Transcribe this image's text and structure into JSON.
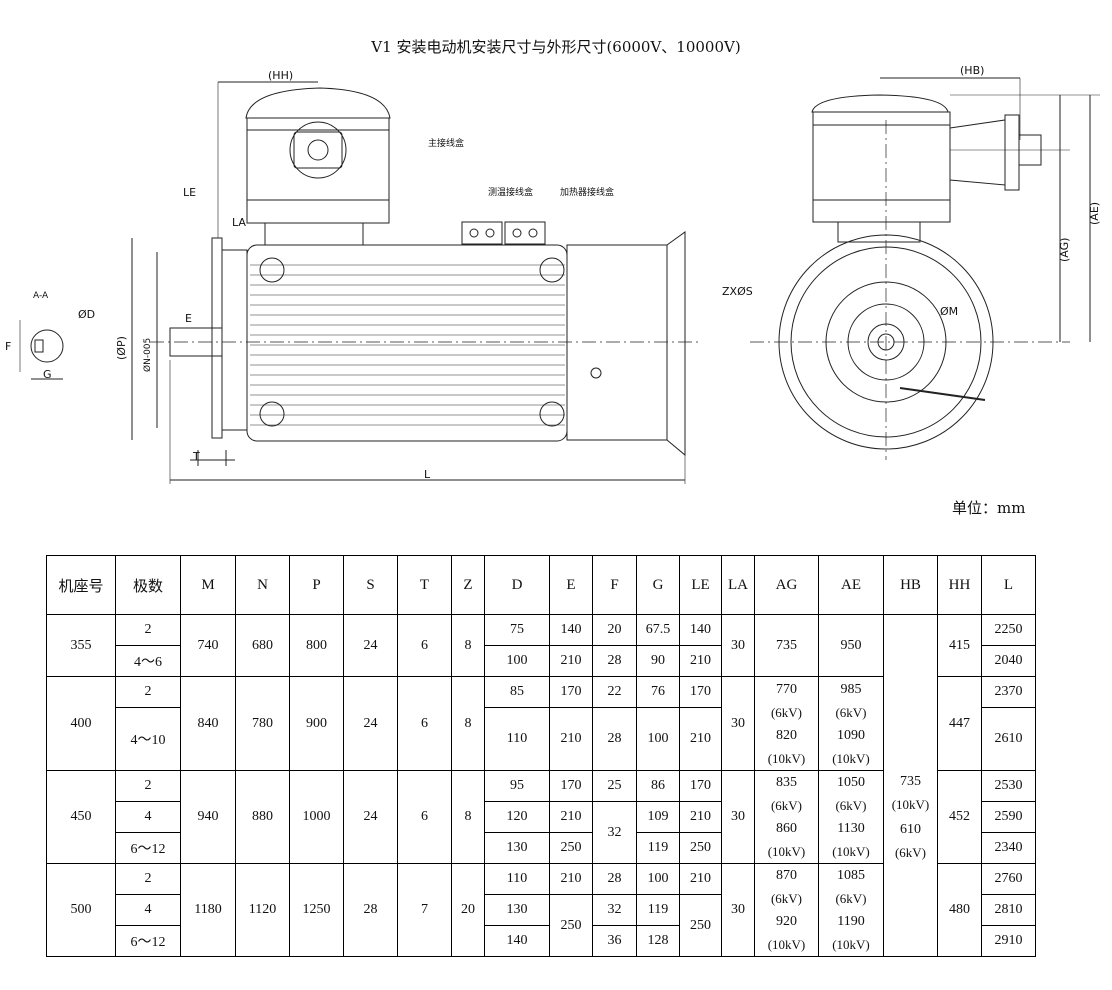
{
  "title": "V1 安装电动机安装尺寸与外形尺寸(6000V、10000V)",
  "unit": "单位：mm",
  "drawing_labels": {
    "hh": "(HH)",
    "hb": "(HB)",
    "le": "LE",
    "la": "LA",
    "aa": "A-A",
    "phi_d": "ØD",
    "f": "F",
    "g": "G",
    "e": "E",
    "t": "T",
    "l": "L",
    "phi_p": "(ØP)",
    "phi_n": "ØN-005",
    "zxs": "ZXØS",
    "phi_m": "ØM",
    "ae": "(AE)",
    "ag": "(AG)",
    "main_box": "主接线盒",
    "sensor_box": "测温接线盒",
    "heater_box": "加热器接线盒"
  },
  "headers": [
    "机座号",
    "极数",
    "M",
    "N",
    "P",
    "S",
    "T",
    "Z",
    "D",
    "E",
    "F",
    "G",
    "LE",
    "LA",
    "AG",
    "AE",
    "HB",
    "HH",
    "L"
  ],
  "groups": [
    {
      "frame": "355",
      "M": "740",
      "N": "680",
      "P": "800",
      "S": "24",
      "T": "6",
      "Z": "8",
      "LA": "30",
      "AG": "735",
      "AE": "950",
      "HH": "415",
      "rows": [
        {
          "poles": "2",
          "D": "75",
          "E": "140",
          "F": "20",
          "G": "67.5",
          "LE": "140",
          "L": "2250"
        },
        {
          "poles": "4～6",
          "D": "100",
          "E": "210",
          "F": "28",
          "G": "90",
          "LE": "210",
          "L": "2040"
        }
      ]
    },
    {
      "frame": "400",
      "M": "840",
      "N": "780",
      "P": "900",
      "S": "24",
      "T": "6",
      "Z": "8",
      "LA": "30",
      "AG": [
        "770",
        "(6kV)",
        "820",
        "(10kV)"
      ],
      "AE": [
        "985",
        "(6kV)",
        "1090",
        "(10kV)"
      ],
      "HH": "447",
      "rows": [
        {
          "poles": "2",
          "D": "85",
          "E": "170",
          "F": "22",
          "G": "76",
          "LE": "170",
          "L": "2370"
        },
        {
          "poles": "4～10",
          "D": "110",
          "E": "210",
          "F": "28",
          "G": "100",
          "LE": "210",
          "L": "2610"
        }
      ]
    },
    {
      "frame": "450",
      "M": "940",
      "N": "880",
      "P": "1000",
      "S": "24",
      "T": "6",
      "Z": "8",
      "LA": "30",
      "AG": [
        "835",
        "(6kV)",
        "860",
        "(10kV)"
      ],
      "AE": [
        "1050",
        "(6kV)",
        "1130",
        "(10kV)"
      ],
      "HH": "452",
      "rows": [
        {
          "poles": "2",
          "D": "95",
          "E": "170",
          "F": "25",
          "G": "86",
          "LE": "170",
          "L": "2530"
        },
        {
          "poles": "4",
          "D": "120",
          "E": "210",
          "F": "32",
          "G": "109",
          "LE": "210",
          "L": "2590"
        },
        {
          "poles": "6～12",
          "D": "130",
          "E": "250",
          "G": "119",
          "LE": "250",
          "L": "2340"
        }
      ]
    },
    {
      "frame": "500",
      "M": "1180",
      "N": "1120",
      "P": "1250",
      "S": "28",
      "T": "7",
      "Z": "20",
      "LA": "30",
      "AG": [
        "870",
        "(6kV)",
        "920",
        "(10kV)"
      ],
      "AE": [
        "1085",
        "(6kV)",
        "1190",
        "(10kV)"
      ],
      "HH": "480",
      "rows": [
        {
          "poles": "2",
          "D": "110",
          "E": "210",
          "F": "28",
          "G": "100",
          "LE": "210",
          "L": "2760"
        },
        {
          "poles": "4",
          "D": "130",
          "E": "250",
          "F": "32",
          "G": "119",
          "LE": "250",
          "L": "2810"
        },
        {
          "poles": "6～12",
          "D": "140",
          "F": "36",
          "G": "128",
          "L": "2910"
        }
      ]
    }
  ],
  "hb": [
    "610",
    "(6kV)",
    "735",
    "(10kV)"
  ]
}
